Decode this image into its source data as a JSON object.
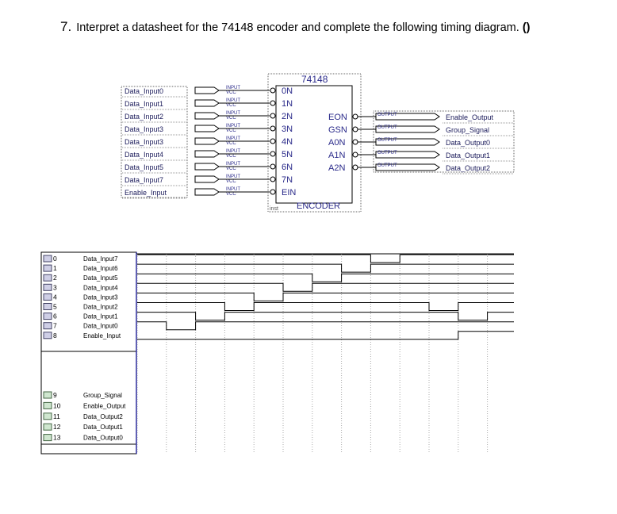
{
  "question": {
    "number": "7.",
    "text": "Interpret a datasheet for the 74148 encoder and complete the following timing diagram.",
    "paren": "()"
  },
  "schematic": {
    "chip_title": "74148",
    "chip_name": "ENCODER",
    "inst_label": "inst",
    "input_tag": "INPUT",
    "vcc_tag": "VCC",
    "output_tag": "OUTPUT",
    "inputs": [
      "Data_Input0",
      "Data_Input1",
      "Data_Input2",
      "Data_Input3",
      "Data_Input3",
      "Data_Input4",
      "Data_Input5",
      "Data_Input7",
      "Enable_Input"
    ],
    "input_pins": [
      "0N",
      "1N",
      "2N",
      "3N",
      "4N",
      "5N",
      "6N",
      "7N",
      "EIN"
    ],
    "output_pins": [
      "EON",
      "GSN",
      "A0N",
      "A1N",
      "A2N"
    ],
    "outputs": [
      "Enable_Output",
      "Group_Signal",
      "Data_Output0",
      "Data_Output1",
      "Data_Output2"
    ]
  },
  "waveform": {
    "input_rows": [
      {
        "index": "0",
        "name": "Data_Input7",
        "low": [
          [
            8,
            9
          ]
        ]
      },
      {
        "index": "1",
        "name": "Data_Input6",
        "low": [
          [
            7,
            8
          ]
        ]
      },
      {
        "index": "2",
        "name": "Data_Input5",
        "low": [
          [
            6,
            7
          ]
        ]
      },
      {
        "index": "3",
        "name": "Data_Input4",
        "low": [
          [
            5,
            6
          ]
        ]
      },
      {
        "index": "4",
        "name": "Data_Input3",
        "low": [
          [
            4,
            5
          ]
        ]
      },
      {
        "index": "5",
        "name": "Data_Input2",
        "low": [
          [
            3,
            4
          ],
          [
            10,
            11
          ]
        ]
      },
      {
        "index": "6",
        "name": "Data_Input1",
        "low": [
          [
            2,
            3
          ],
          [
            11,
            12
          ]
        ]
      },
      {
        "index": "7",
        "name": "Data_Input0",
        "low": [
          [
            1,
            2
          ]
        ]
      },
      {
        "index": "8",
        "name": "Enable_Input",
        "low": [
          [
            0,
            11
          ]
        ]
      }
    ],
    "output_rows": [
      {
        "index": "9",
        "name": "Group_Signal"
      },
      {
        "index": "10",
        "name": "Enable_Output"
      },
      {
        "index": "11",
        "name": "Data_Output2"
      },
      {
        "index": "12",
        "name": "Data_Output1"
      },
      {
        "index": "13",
        "name": "Data_Output0"
      }
    ],
    "time_slots": 13
  }
}
